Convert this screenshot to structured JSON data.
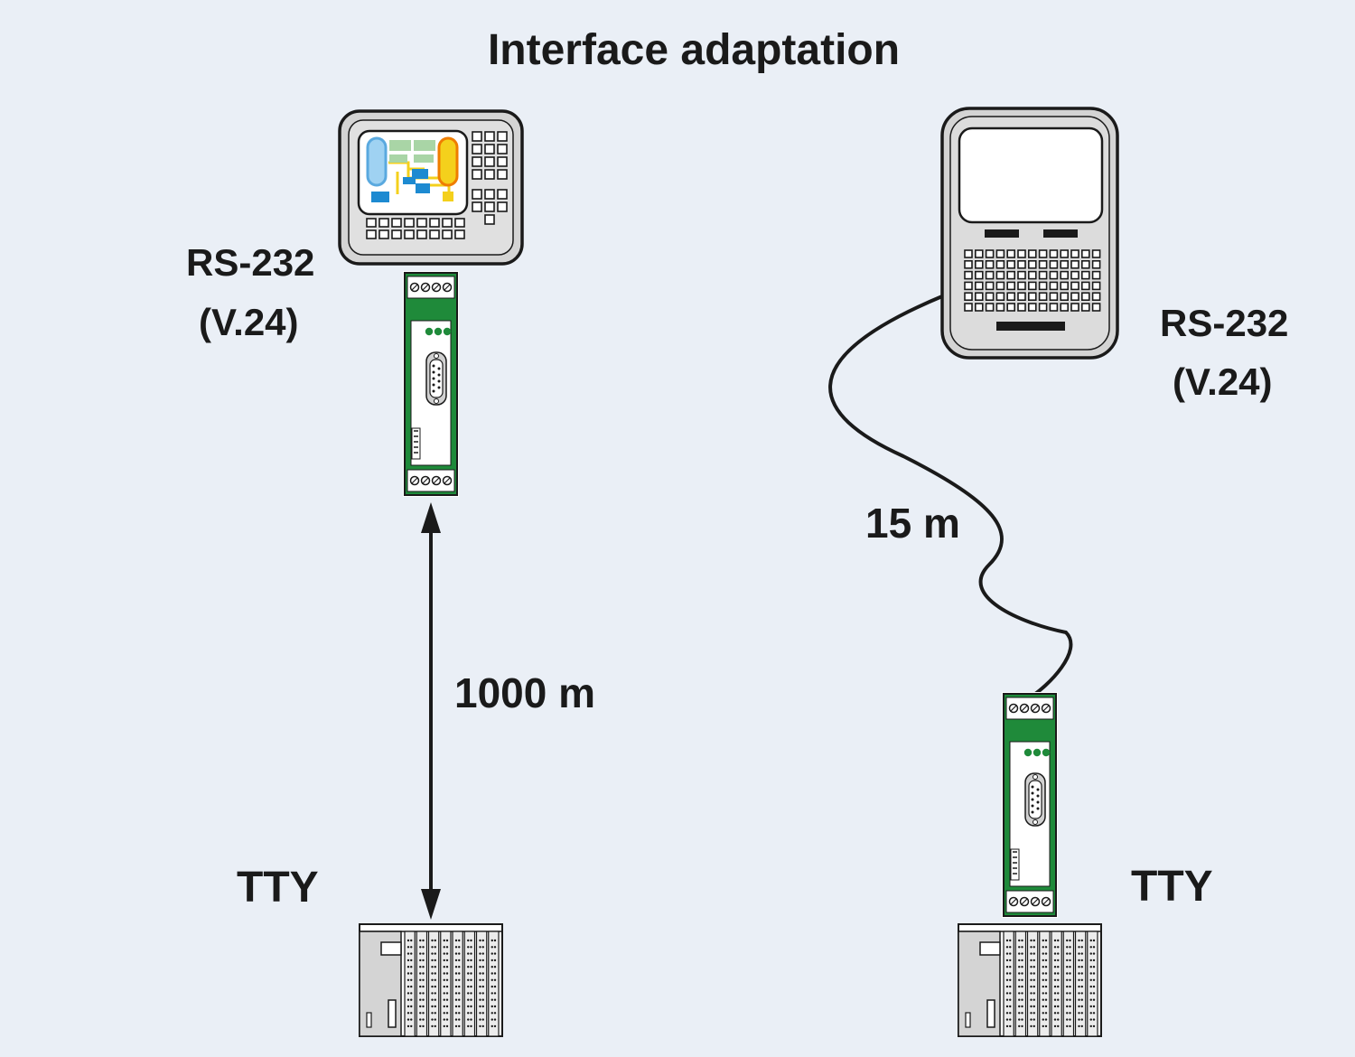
{
  "title": "Interface adaptation",
  "left_setup": {
    "interface_line1": "RS-232",
    "interface_line2": "(V.24)",
    "distance": "1000 m",
    "field_interface": "TTY"
  },
  "right_setup": {
    "interface_line1": "RS-232",
    "interface_line2": "(V.24)",
    "distance": "15 m",
    "field_interface": "TTY"
  },
  "colors": {
    "background": "#eaeff6",
    "module_green": "#1f8a3a",
    "device_gray": "#d4d4d4",
    "outline": "#1a1a1a",
    "screen_blue": "#5aa9df",
    "screen_yellow": "#f4d01c",
    "screen_orange": "#ef7d00"
  },
  "icons": [
    "operator-panel-icon",
    "terminal-icon",
    "interface-converter-icon",
    "plc-icon",
    "double-arrow-icon",
    "cable-icon"
  ]
}
